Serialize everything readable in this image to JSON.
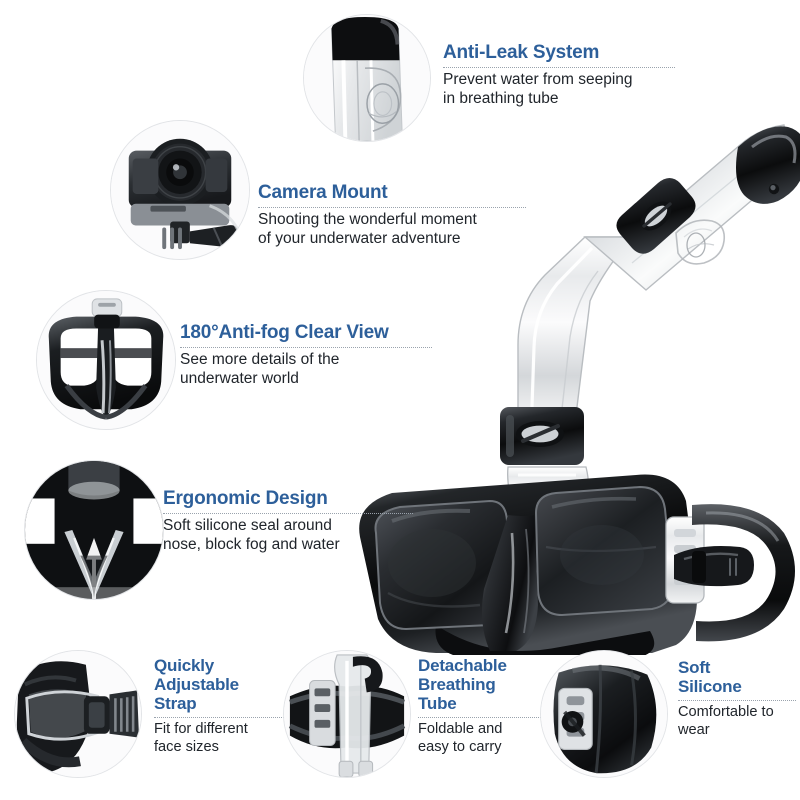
{
  "page": {
    "product": "Full-face style snorkel dive mask with detachable breathing tube",
    "background_color": "#ffffff",
    "accent_color": "#2d5f9a",
    "text_color": "#20252b",
    "divider_color": "#9aa3ad"
  },
  "features": [
    {
      "id": "anti-leak-system",
      "title": "Anti-Leak System",
      "description": "Prevent water from seeping\nin breathing tube",
      "thumbnail": "snorkel-tube-top-closeup-image"
    },
    {
      "id": "camera-mount",
      "title": "Camera Mount",
      "description": "Shooting the wonderful moment\nof your underwater adventure",
      "thumbnail": "action-camera-on-mount-image"
    },
    {
      "id": "anti-fog-clear-view",
      "title": "180°Anti-fog Clear View",
      "description": "See more details of the\nunderwater world",
      "thumbnail": "mask-front-view-image"
    },
    {
      "id": "ergonomic-design",
      "title": "Ergonomic Design",
      "description": "Soft silicone seal around\nnose, block fog and water",
      "thumbnail": "nose-pocket-closeup-image"
    },
    {
      "id": "quickly-adjustable-strap",
      "title": "Quickly\nAdjustable\nStrap",
      "description": "Fit for different\nface sizes",
      "thumbnail": "strap-buckle-top-view-image"
    },
    {
      "id": "detachable-breathing-tube",
      "title": "Detachable\nBreathing\nTube",
      "description": "Foldable and\neasy to carry",
      "thumbnail": "folded-mask-with-tube-image"
    },
    {
      "id": "soft-silicone",
      "title": "Soft\nSilicone",
      "description": "Comfortable to\nwear",
      "thumbnail": "silicone-skirt-closeup-image"
    }
  ]
}
